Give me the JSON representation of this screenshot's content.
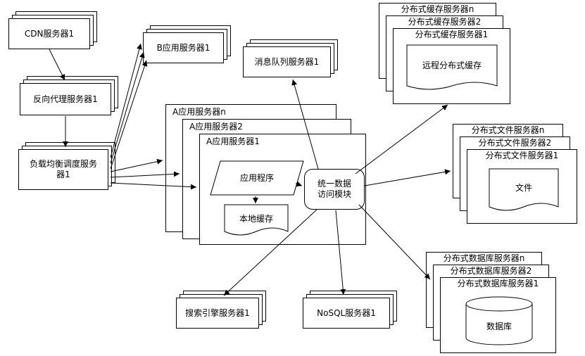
{
  "colors": {
    "stroke": "#000000",
    "fill": "#ffffff"
  },
  "nodes": {
    "cdn": "CDN服务器1",
    "reverse_proxy": "反向代理服务器1",
    "load_balancer": "负载均衡调度服务器1",
    "app_server_b": "B应用服务器1",
    "message_queue": "消息队列服务器1",
    "app_server_a_n": "A应用服务器n",
    "app_server_a_2": "A应用服务器2",
    "app_server_a_1": "A应用服务器1",
    "application": "应用程序",
    "local_cache": "本地缓存",
    "unified_data_access": "统一数据访问模块",
    "dist_cache_n": "分布式缓存服务器n",
    "dist_cache_2": "分布式缓存服务器2",
    "dist_cache_1": "分布式缓存服务器1",
    "remote_dist_cache": "远程分布式缓存",
    "dist_file_n": "分布式文件服务器n",
    "dist_file_2": "分布式文件服务器2",
    "dist_file_1": "分布式文件服务器1",
    "file": "文件",
    "dist_db_n": "分布式数据库服务器n",
    "dist_db_2": "分布式数据库服务器2",
    "dist_db_1": "分布式数据库服务器1",
    "database": "数据库",
    "search_engine": "搜索引擎服务器1",
    "nosql": "NoSQL服务器1"
  }
}
